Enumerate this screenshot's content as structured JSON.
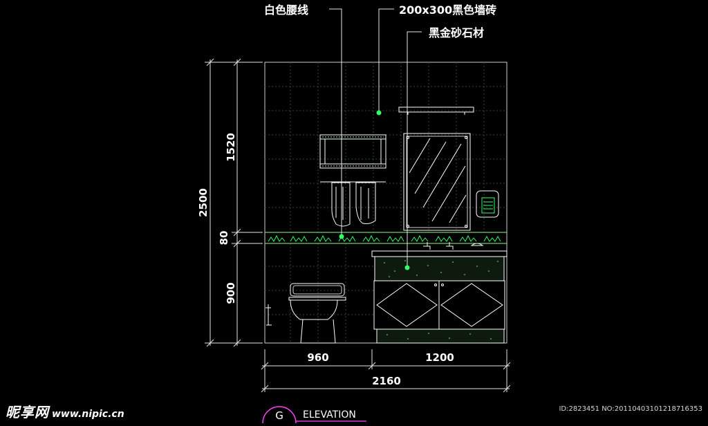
{
  "callouts": {
    "waist_line": "白色腰线",
    "wall_tile": "200x300黑色墙砖",
    "stone": "黑金砂石材"
  },
  "dimensions": {
    "total_height": "2500",
    "upper_height": "1520",
    "band_height": "80",
    "lower_height": "900",
    "left_width": "960",
    "right_width": "1200",
    "total_width": "2160"
  },
  "title_block": {
    "marker": "G",
    "label": "ELEVATION"
  },
  "watermark": {
    "site_cn": "昵享网",
    "url": "www.nipic.cn",
    "id_text": "ID:2823451 NO:20110403101218716353"
  },
  "colors": {
    "background": "#000000",
    "linework": "#8dff8d",
    "dimension": "#e6e6e6",
    "accent": "#33ff66",
    "title_circle": "#ff40ff"
  }
}
